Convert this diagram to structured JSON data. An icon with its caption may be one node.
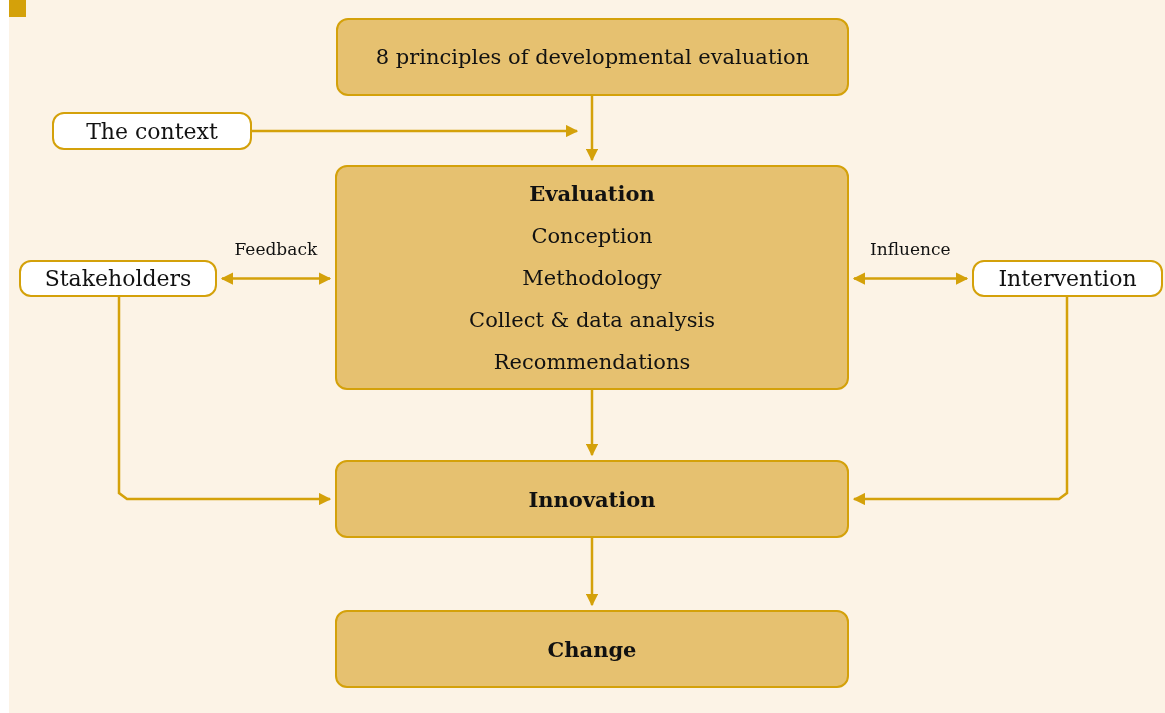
{
  "diagram": {
    "nodes": [
      {
        "text": [
          "8 principles of developmental evaluation"
        ]
      },
      {
        "text": [
          "The context"
        ]
      },
      {
        "text": [
          "Evaluation",
          "Conception",
          "Methodology",
          "Collect & data analysis",
          "Recommendations"
        ]
      },
      {
        "text": [
          "Stakeholders"
        ]
      },
      {
        "text": [
          "Intervention"
        ]
      },
      {
        "text": [
          "Innovation"
        ]
      },
      {
        "text": [
          "Change"
        ]
      }
    ],
    "edges": [
      {
        "from": 0,
        "to": 2,
        "arrow": "to"
      },
      {
        "from": 1,
        "to": 2,
        "arrow": "to"
      },
      {
        "from": 3,
        "to": 2,
        "arrow": "both",
        "label": "Feedback"
      },
      {
        "from": 2,
        "to": 4,
        "arrow": "both",
        "label": "Influence"
      },
      {
        "from": 2,
        "to": 5,
        "arrow": "to"
      },
      {
        "from": 3,
        "to": 5,
        "arrow": "to"
      },
      {
        "from": 4,
        "to": 5,
        "arrow": "to"
      },
      {
        "from": 5,
        "to": 6,
        "arrow": "to"
      }
    ]
  }
}
